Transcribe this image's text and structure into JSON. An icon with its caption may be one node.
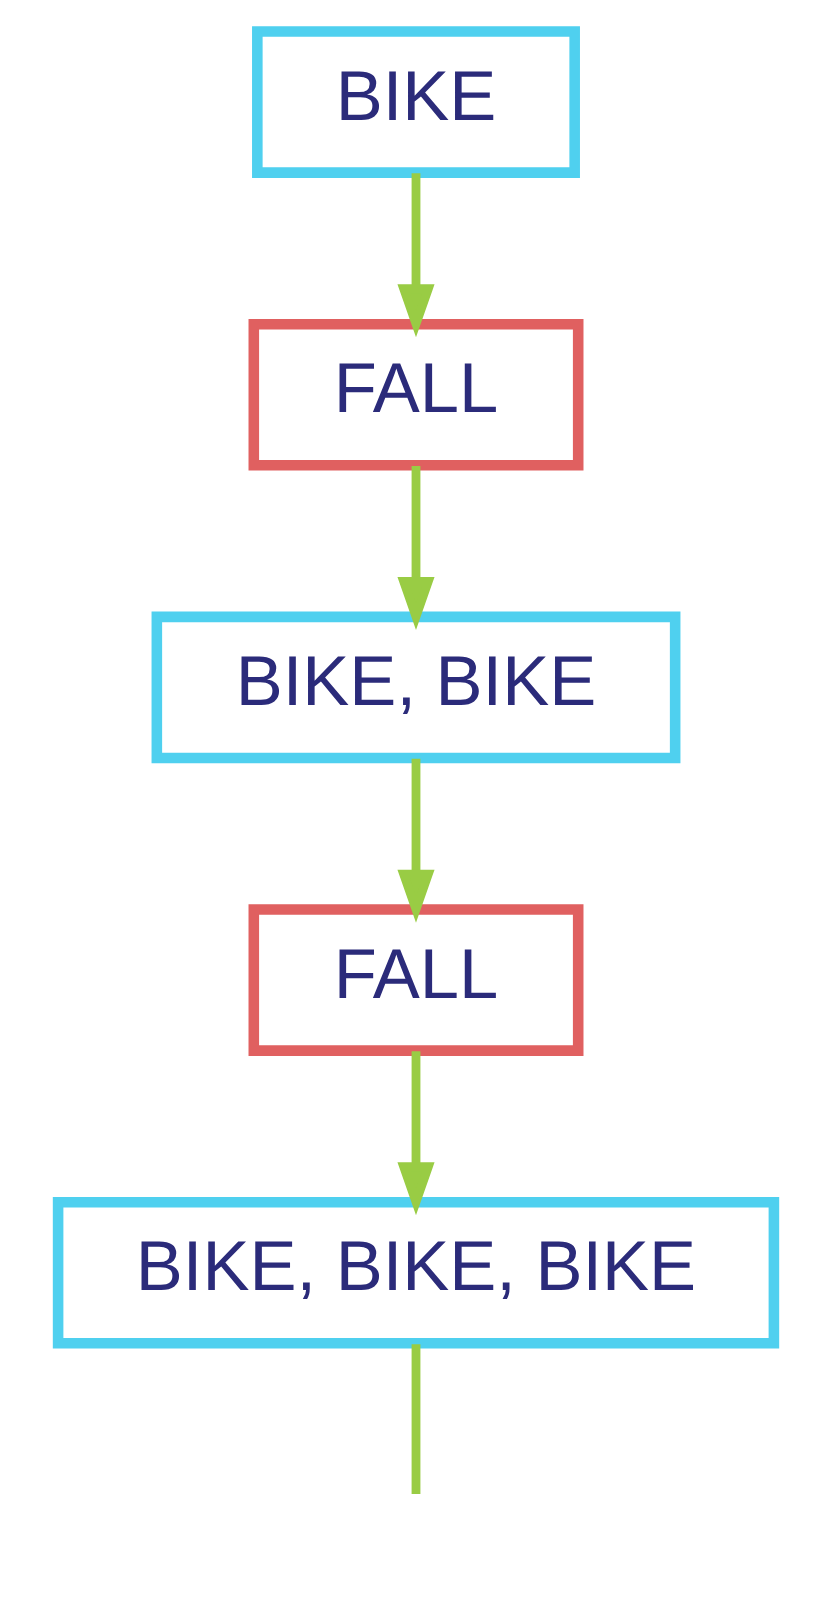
{
  "diagram": {
    "nodes": [
      {
        "text": [
          "BIKE"
        ]
      },
      {
        "text": [
          "FALL"
        ]
      },
      {
        "text": [
          "BIKE, BIKE"
        ]
      },
      {
        "text": [
          "FALL"
        ]
      },
      {
        "text": [
          "BIKE, BIKE, BIKE"
        ]
      }
    ],
    "edges": [
      {
        "from": 0,
        "to": 1,
        "arrow": "to"
      },
      {
        "from": 1,
        "to": 2,
        "arrow": "to"
      },
      {
        "from": 2,
        "to": 3,
        "arrow": "to"
      },
      {
        "from": 3,
        "to": 4,
        "arrow": "to"
      },
      {
        "from": 4,
        "to": null,
        "arrow": "none"
      }
    ]
  }
}
